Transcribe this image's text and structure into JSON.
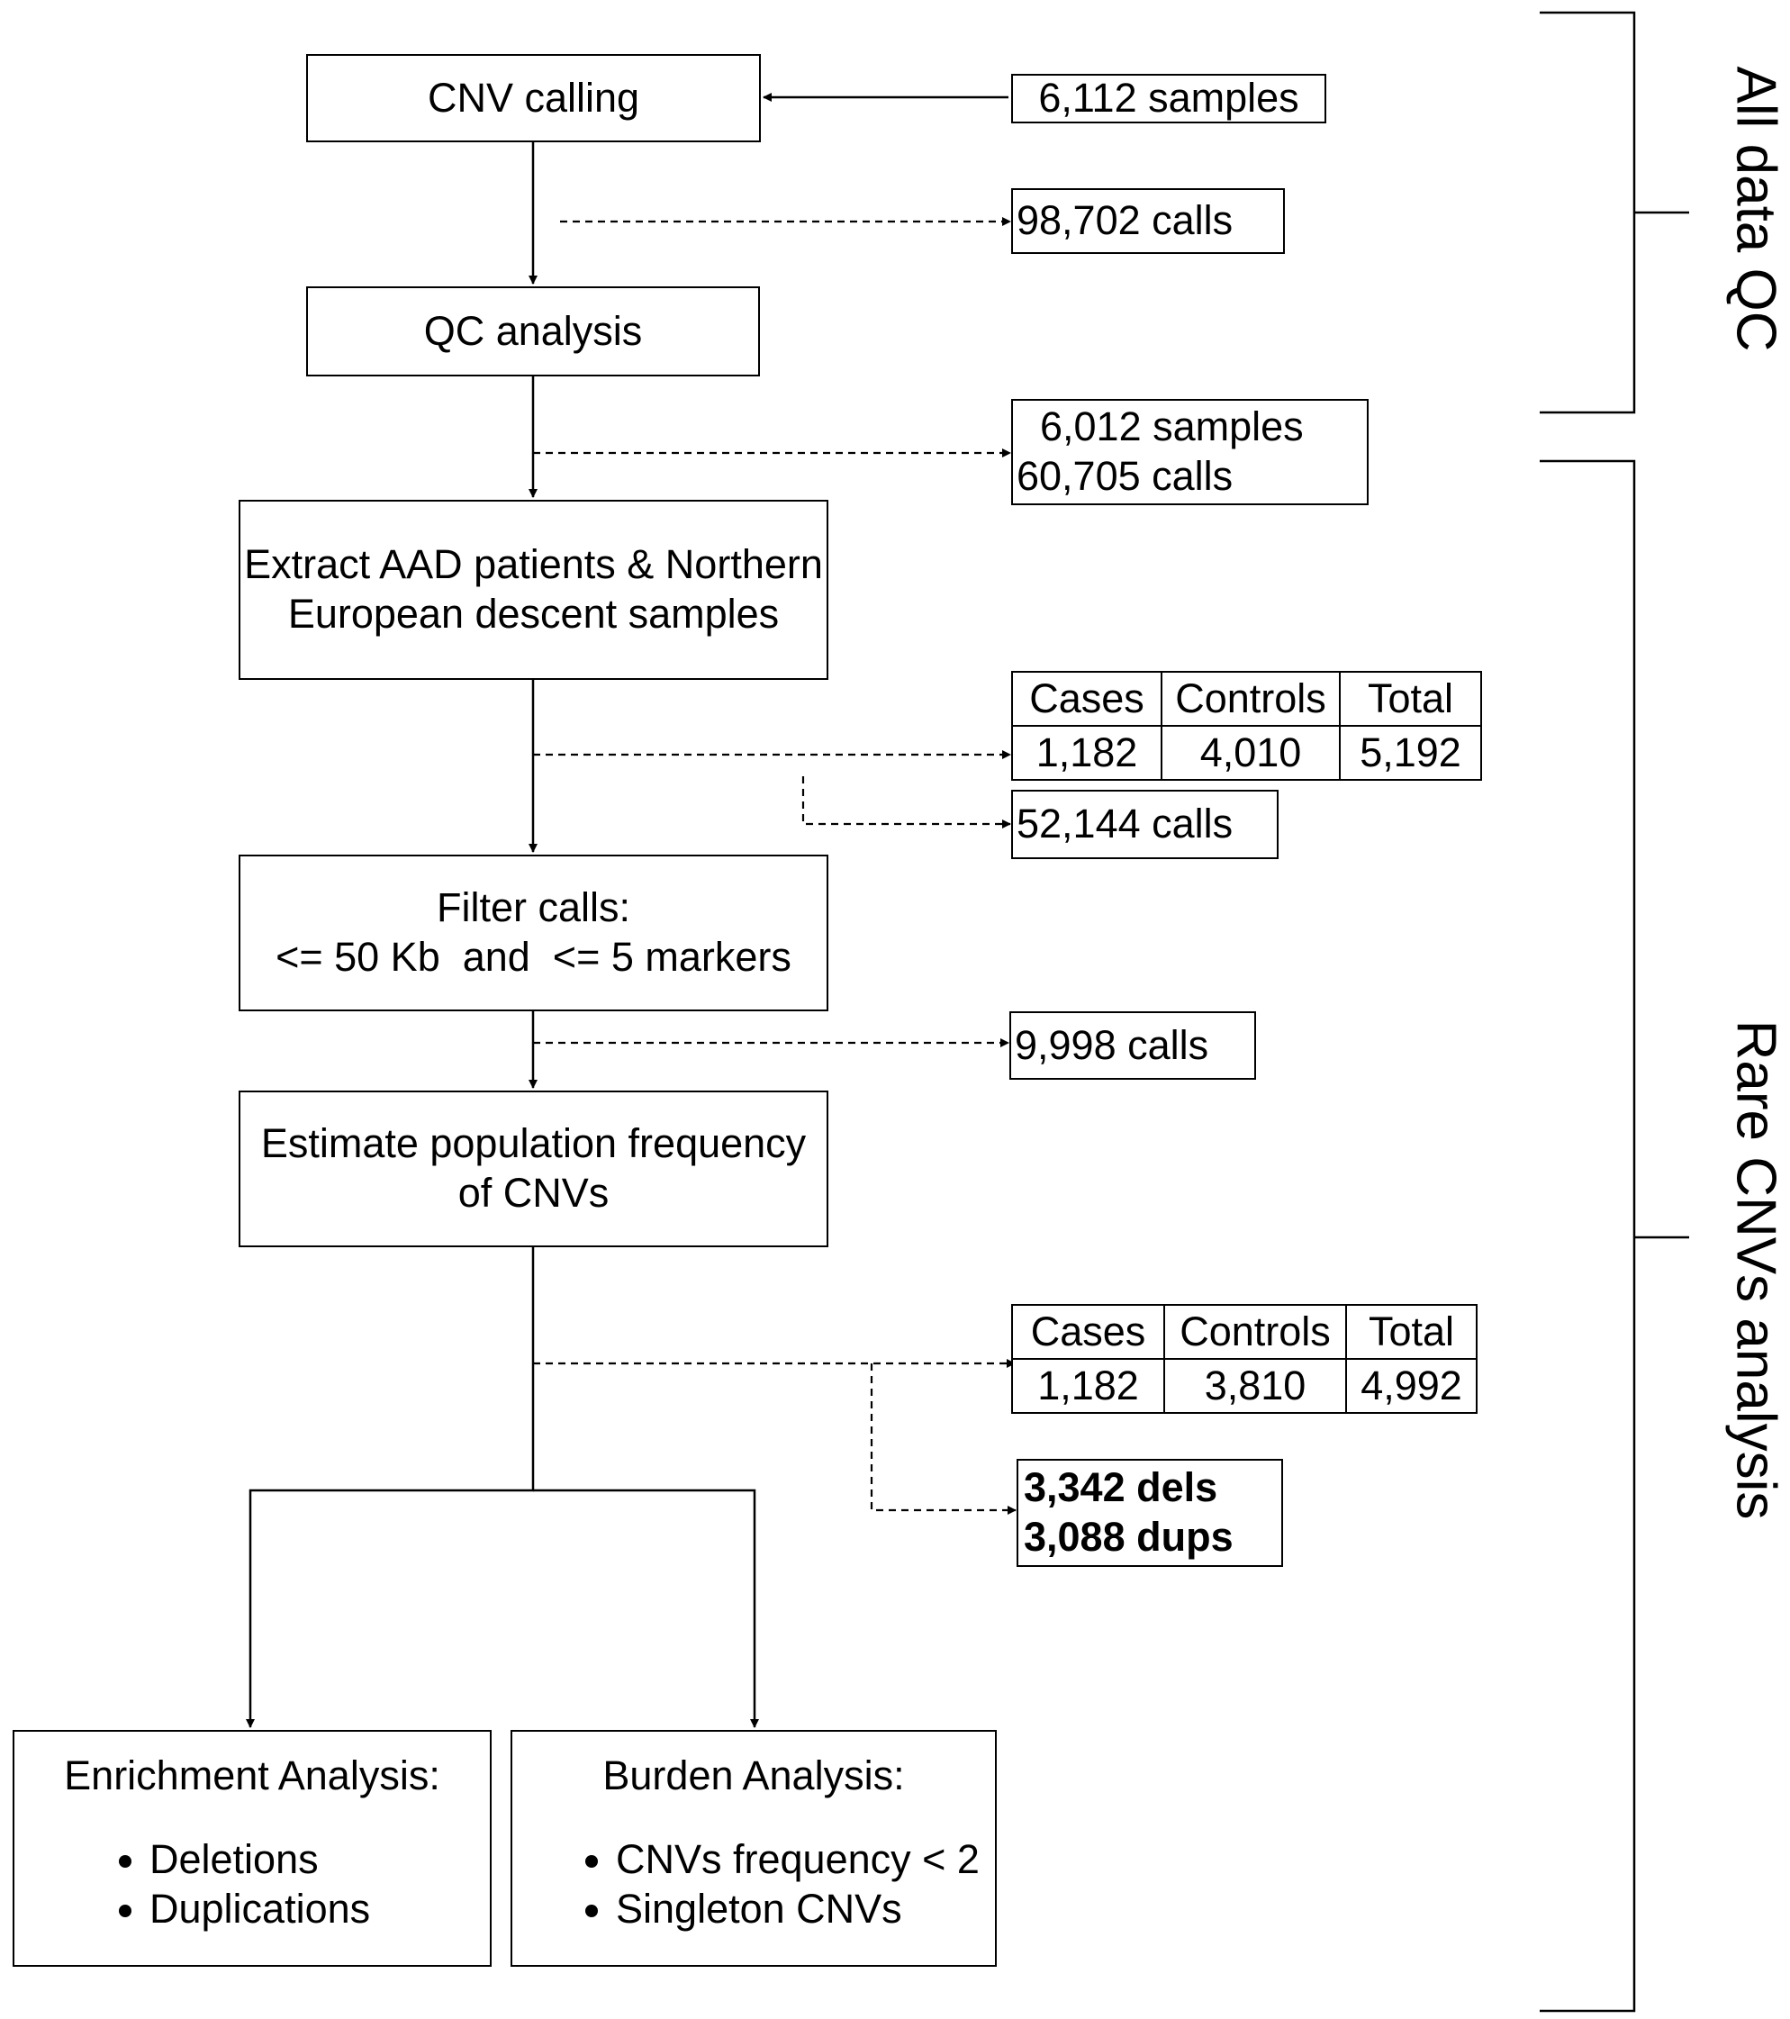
{
  "steps": {
    "cnv_calling": "CNV calling",
    "qc_analysis": "QC analysis",
    "extract": [
      "Extract AAD patients & Northern",
      "European descent samples"
    ],
    "filter": [
      "Filter calls:",
      "<= 50 Kb  and  <= 5 markers"
    ],
    "estimate": [
      "Estimate population frequency",
      "of CNVs"
    ]
  },
  "notes": {
    "samples_initial": "6,112 samples",
    "calls_initial": "98,702 calls",
    "after_qc": [
      "6,012 samples",
      "60,705 calls"
    ],
    "calls_extracted": "52,144 calls",
    "calls_filtered": "9,998 calls",
    "rare_cnvs": [
      "3,342 dels",
      "3,088 dups"
    ]
  },
  "table1": {
    "headers": [
      "Cases",
      "Controls",
      "Total"
    ],
    "values": [
      "1,182",
      "4,010",
      "5,192"
    ]
  },
  "table2": {
    "headers": [
      "Cases",
      "Controls",
      "Total"
    ],
    "values": [
      "1,182",
      "3,810",
      "4,992"
    ]
  },
  "enrichment": {
    "title": "Enrichment Analysis:",
    "items": [
      "Deletions",
      "Duplications"
    ]
  },
  "burden": {
    "title": "Burden Analysis:",
    "items": [
      "CNVs frequency < 2",
      "Singleton CNVs"
    ]
  },
  "brackets": {
    "all_data_qc": "All data QC",
    "rare_cnvs_analysis": "Rare CNVs analysis"
  }
}
